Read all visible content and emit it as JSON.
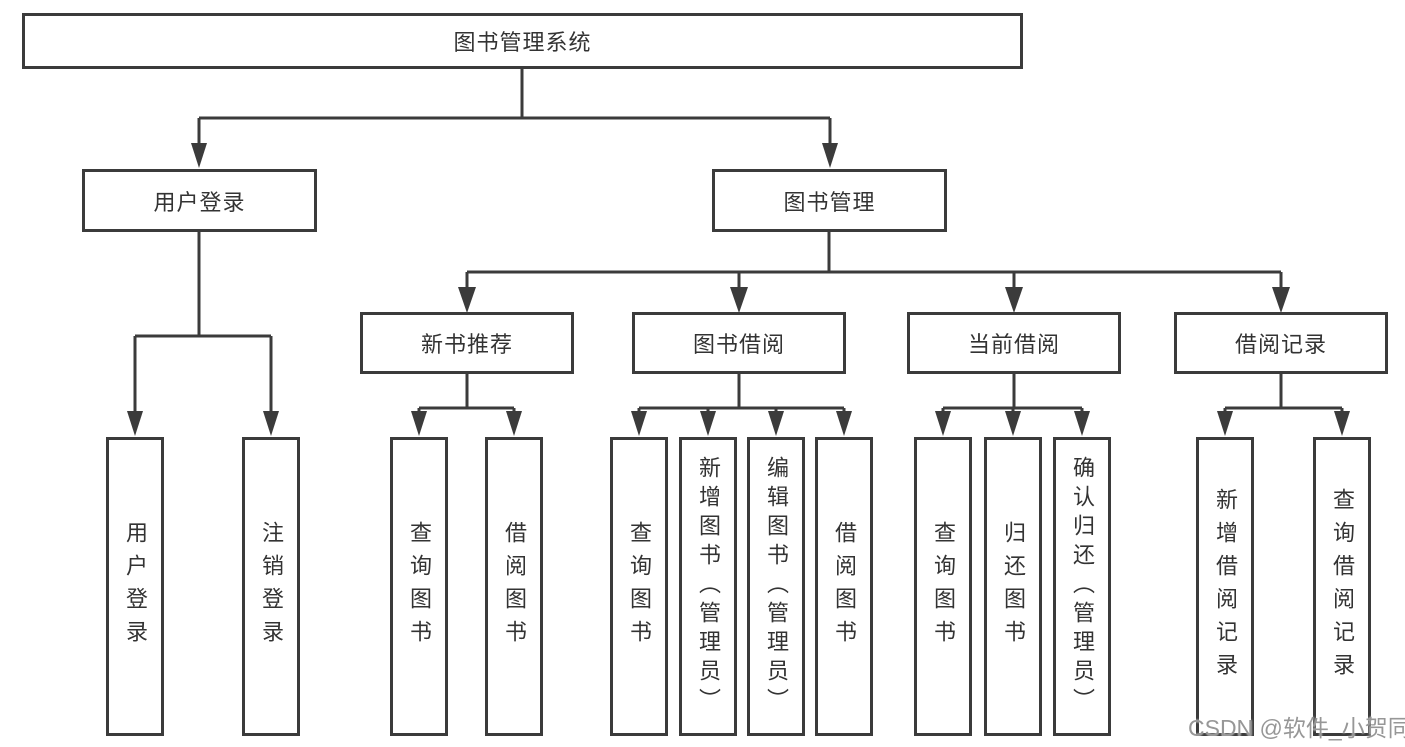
{
  "diagram": {
    "type": "hierarchy-tree",
    "colors": {
      "line": "#3b3b3b",
      "box_border": "#3b3b3b",
      "text": "#333333",
      "background": "#ffffff",
      "watermark": "#979797"
    },
    "tree": {
      "root": {
        "label": "图书管理系统"
      },
      "level2": [
        {
          "label": "用户登录",
          "parent": "图书管理系统"
        },
        {
          "label": "图书管理",
          "parent": "图书管理系统"
        }
      ],
      "level3": [
        {
          "label": "新书推荐",
          "parent": "图书管理"
        },
        {
          "label": "图书借阅",
          "parent": "图书管理"
        },
        {
          "label": "当前借阅",
          "parent": "图书管理"
        },
        {
          "label": "借阅记录",
          "parent": "图书管理"
        }
      ],
      "leaves": [
        {
          "label": "用户登录",
          "parent": "用户登录"
        },
        {
          "label": "注销登录",
          "parent": "用户登录"
        },
        {
          "label": "查询图书",
          "parent": "新书推荐"
        },
        {
          "label": "借阅图书",
          "parent": "新书推荐"
        },
        {
          "label": "查询图书",
          "parent": "图书借阅"
        },
        {
          "label": "新增图书（管理员）",
          "parent": "图书借阅"
        },
        {
          "label": "编辑图书（管理员）",
          "parent": "图书借阅"
        },
        {
          "label": "借阅图书",
          "parent": "图书借阅"
        },
        {
          "label": "查询图书",
          "parent": "当前借阅"
        },
        {
          "label": "归还图书",
          "parent": "当前借阅"
        },
        {
          "label": "确认归还（管理员）",
          "parent": "当前借阅"
        },
        {
          "label": "新增借阅记录",
          "parent": "借阅记录"
        },
        {
          "label": "查询借阅记录",
          "parent": "借阅记录"
        }
      ]
    },
    "watermark": {
      "text": "CSDN @软件_小贺同学"
    }
  }
}
